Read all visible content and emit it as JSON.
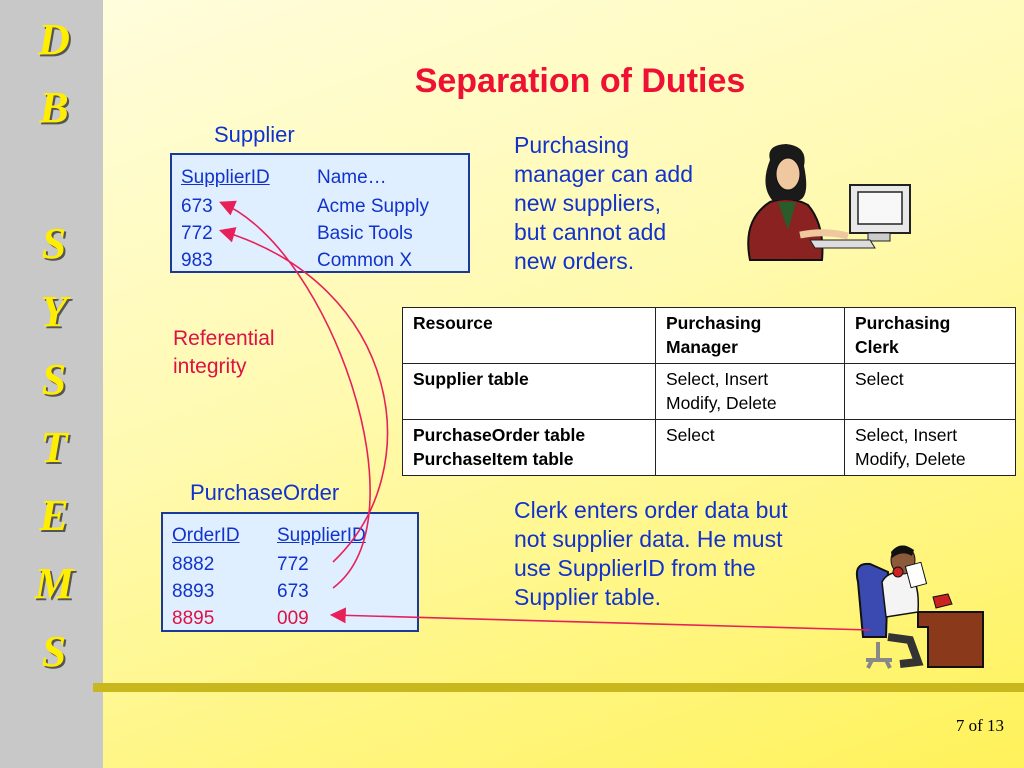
{
  "sidebar": {
    "letters": [
      "D",
      "B",
      "S",
      "Y",
      "S",
      "T",
      "E",
      "M",
      "S"
    ]
  },
  "title": "Separation of Duties",
  "supplier": {
    "caption": "Supplier",
    "headers": [
      "SupplierID",
      "Name…"
    ],
    "rows": [
      [
        "673",
        "Acme Supply"
      ],
      [
        "772",
        "Basic Tools"
      ],
      [
        "983",
        "Common X"
      ]
    ]
  },
  "purchase_order": {
    "caption": "PurchaseOrder",
    "headers": [
      "OrderID",
      "SupplierID"
    ],
    "rows": [
      [
        "8882",
        "772"
      ],
      [
        "8893",
        "673"
      ],
      [
        "8895",
        "009"
      ]
    ]
  },
  "referential_integrity": [
    "Referential",
    "integrity"
  ],
  "manager_note": [
    "Purchasing",
    "manager can add",
    "new suppliers,",
    "but cannot add",
    "new orders."
  ],
  "clerk_note": [
    "Clerk enters order data but",
    "not supplier data. He must",
    "use SupplierID from the",
    "Supplier table."
  ],
  "permissions": {
    "headers": [
      [
        "Resource"
      ],
      [
        "Purchasing",
        "Manager"
      ],
      [
        "Purchasing",
        "Clerk"
      ]
    ],
    "rows": [
      {
        "resource": [
          "Supplier table"
        ],
        "manager": [
          "Select, Insert",
          "Modify, Delete"
        ],
        "clerk": [
          "Select"
        ]
      },
      {
        "resource": [
          "PurchaseOrder table",
          "PurchaseItem table"
        ],
        "manager": [
          "Select"
        ],
        "clerk": [
          "Select, Insert",
          "Modify, Delete"
        ]
      }
    ]
  },
  "pager": {
    "current": "7",
    "sep": "of",
    "total": "13"
  },
  "colors": {
    "title": "#ee1133",
    "text_blue": "#1133cc",
    "accent_red": "#dd1144",
    "sidebar_letter": "#ffee00"
  }
}
